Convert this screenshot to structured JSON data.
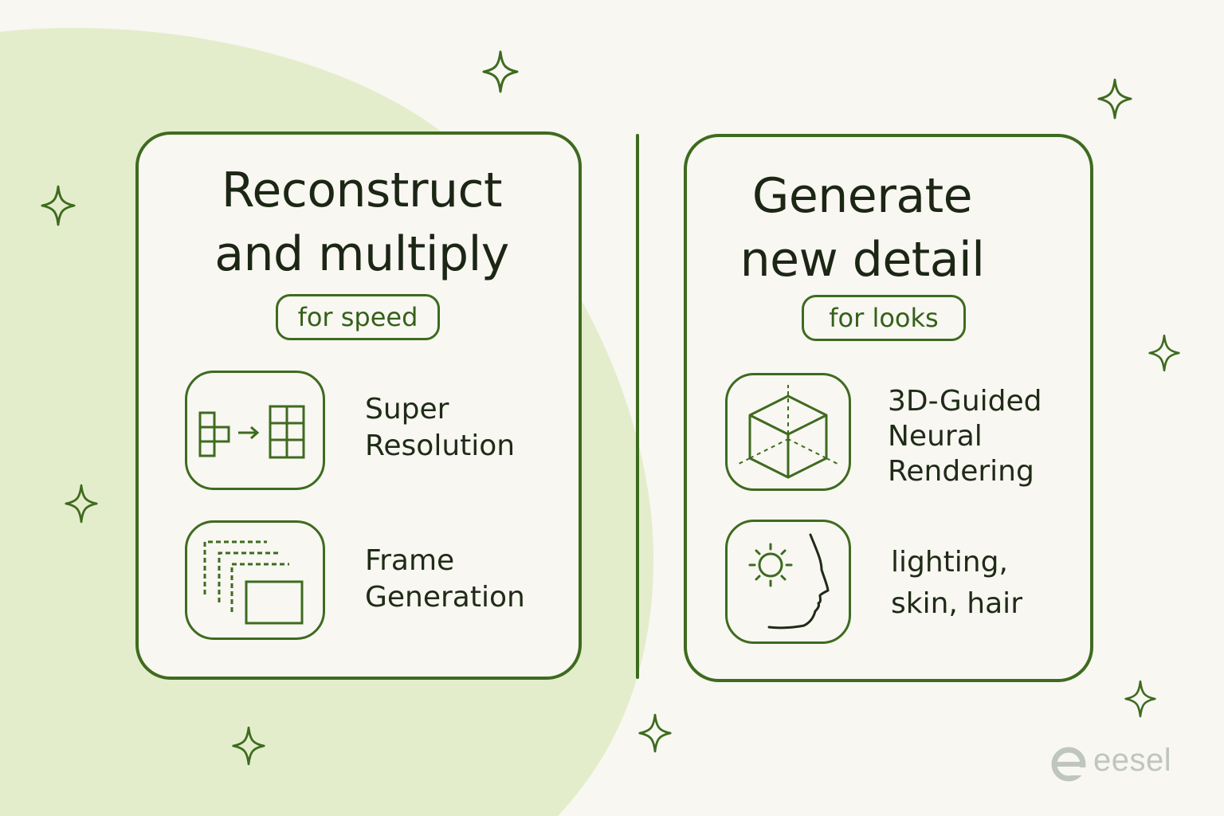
{
  "cards": [
    {
      "title_lines": [
        "Reconstruct",
        "and multiply"
      ],
      "tag": "for speed",
      "items": [
        {
          "icon": "upscale-grid-icon",
          "label_lines": [
            "Super",
            "Resolution"
          ]
        },
        {
          "icon": "stacked-frames-icon",
          "label_lines": [
            "Frame",
            "Generation"
          ]
        }
      ]
    },
    {
      "title_lines": [
        "Generate",
        "new detail"
      ],
      "tag": "for looks",
      "items": [
        {
          "icon": "cube-icon",
          "label_lines": [
            "3D-Guided",
            "Neural",
            "Rendering"
          ]
        },
        {
          "icon": "sun-face-profile-icon",
          "label_lines": [
            "lighting,",
            "skin, hair"
          ]
        }
      ]
    }
  ],
  "brand": {
    "name": "eesel"
  },
  "colors": {
    "stroke": "#3e6b1f",
    "background": "#f8f7f2",
    "blob": "#e4edcb",
    "logo": "#bfc6bb"
  }
}
